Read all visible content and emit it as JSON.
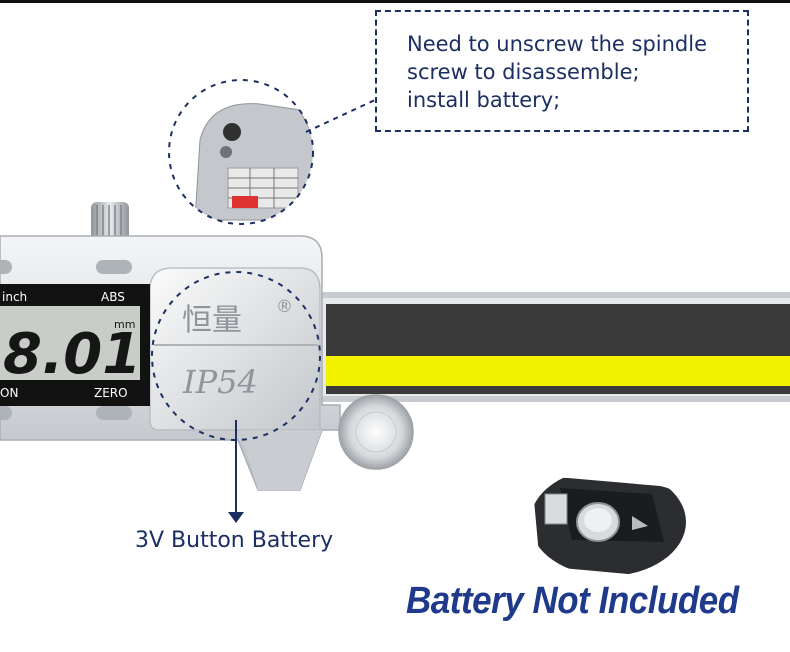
{
  "callout": {
    "lines": [
      "Need to unscrew the spindle",
      "screw to disassemble;",
      "install battery;"
    ]
  },
  "display": {
    "unit_left": "inch",
    "abs_label": "ABS",
    "reading": "8.01",
    "unit": "mm",
    "on_label": "ON",
    "zero_label": "ZERO"
  },
  "housing": {
    "brand_glyphs": "恒量",
    "registered": "®",
    "rating": "IP54"
  },
  "battery_label": "3V Button Battery",
  "not_included": "Battery Not Included",
  "colors": {
    "navy": "#1c2f63",
    "yellow_strip": "#f2f200",
    "dark_strip": "#3a3a3a",
    "lcd_bg": "#c9cdc7"
  }
}
